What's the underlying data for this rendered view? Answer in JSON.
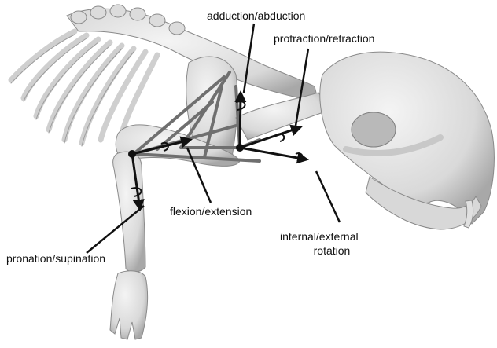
{
  "labels": {
    "adduction": "adduction/abduction",
    "protraction": "protraction/retraction",
    "flexion": "flexion/extension",
    "pronation": "pronation/supination",
    "rotation_line1": "internal/external",
    "rotation_line2": "rotation"
  },
  "colors": {
    "bone": "#e4e4e4",
    "bone_shadow": "#9a9a9a",
    "muscle": "#6f6f6f",
    "arrow": "#111111"
  }
}
